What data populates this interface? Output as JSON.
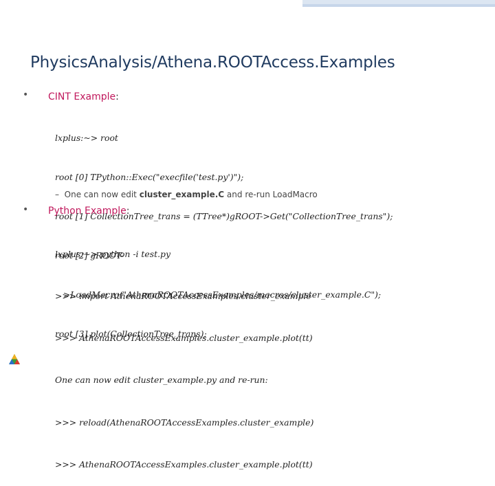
{
  "title": "PhysicsAnalysis/Athena.ROOTAccess.Examples",
  "sections": [
    {
      "bullet": "•",
      "heading": "CINT Example",
      "colon": ":",
      "code": [
        "lxplus:~> root",
        "root [0] TPython::Exec(\"execfile('test.py')\");",
        "root [1] CollectionTree_trans = (TTree*)gROOT->Get(\"CollectionTree_trans\");",
        "root [2] gROOT-",
        "   >LoadMacro(\"AthenaROOTAccessExamples/macros/cluster_example.C\");",
        "root [3] plot(CollectionTree_trans);"
      ],
      "sub_dash": "–",
      "sub_pre": "One can now edit ",
      "sub_bold": "cluster_example.C",
      "sub_post": " and re-run LoadMacro"
    },
    {
      "bullet": "•",
      "heading": "Python Example",
      "colon": ":",
      "code": [
        "lxplus:~> python -i test.py",
        ">>> import AthenaROOTAccessExamples.cluster_example",
        ">>> AthenaROOTAccessExamples.cluster_example.plot(tt)",
        "One can now edit cluster_example.py and re-run:",
        ">>> reload(AthenaROOTAccessExamples.cluster_example)",
        ">>> AthenaROOTAccessExamples.cluster_example.plot(tt)"
      ]
    }
  ],
  "colors": {
    "title": "#1f3a5f",
    "heading": "#c0185c",
    "deco": "#dce6f2"
  }
}
